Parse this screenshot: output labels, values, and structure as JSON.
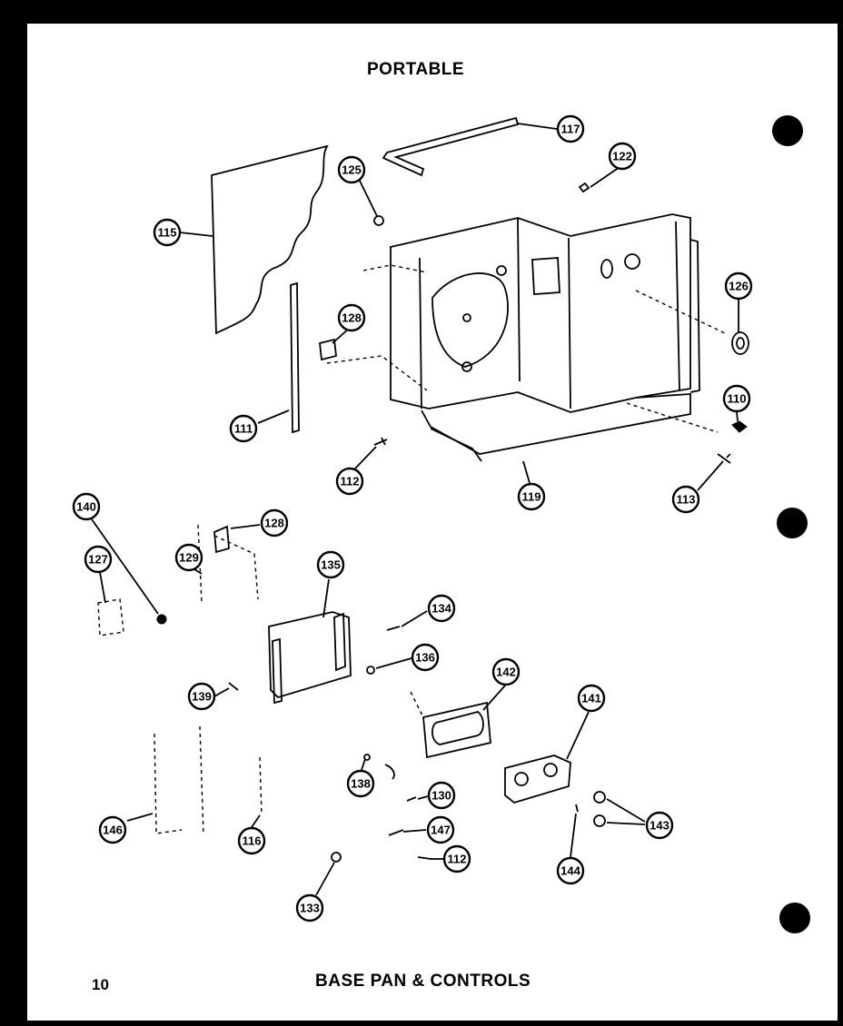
{
  "header": {
    "title": "PORTABLE"
  },
  "footer": {
    "page_number": "10",
    "title": "BASE PAN & CONTROLS"
  },
  "callouts": [
    {
      "label": "117"
    },
    {
      "label": "122"
    },
    {
      "label": "125"
    },
    {
      "label": "115"
    },
    {
      "label": "126"
    },
    {
      "label": "128"
    },
    {
      "label": "110"
    },
    {
      "label": "111"
    },
    {
      "label": "112"
    },
    {
      "label": "119"
    },
    {
      "label": "113"
    },
    {
      "label": "140"
    },
    {
      "label": "128"
    },
    {
      "label": "129"
    },
    {
      "label": "127"
    },
    {
      "label": "135"
    },
    {
      "label": "134"
    },
    {
      "label": "136"
    },
    {
      "label": "142"
    },
    {
      "label": "139"
    },
    {
      "label": "141"
    },
    {
      "label": "138"
    },
    {
      "label": "130"
    },
    {
      "label": "146"
    },
    {
      "label": "116"
    },
    {
      "label": "147"
    },
    {
      "label": "143"
    },
    {
      "label": "112"
    },
    {
      "label": "133"
    },
    {
      "label": "144"
    }
  ]
}
